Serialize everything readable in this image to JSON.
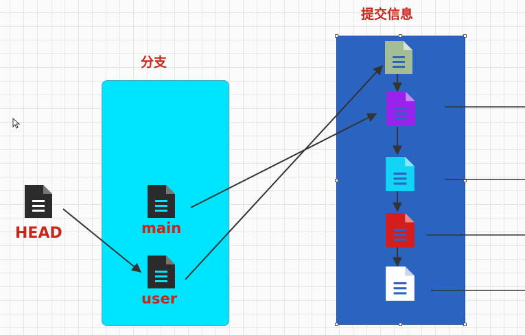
{
  "labels": {
    "head": "HEAD",
    "branches_title": "分支",
    "commits_title": "提交信息",
    "branch_main": "main",
    "branch_user": "user"
  },
  "colors": {
    "label_red": "#c8261a",
    "branch_box": "#00e5ff",
    "commit_box": "#2b63c0",
    "doc_dark": "#2b2b2b",
    "doc_sage": "#a3be96",
    "doc_purple": "#9b22ec",
    "doc_cyan": "#14d4f5",
    "doc_red": "#d41e1e",
    "doc_white": "#ffffff"
  },
  "icons": {
    "head_doc": "document-icon",
    "branch_doc": "document-icon",
    "commit_doc": "document-icon",
    "cursor": "mouse-pointer-icon"
  }
}
